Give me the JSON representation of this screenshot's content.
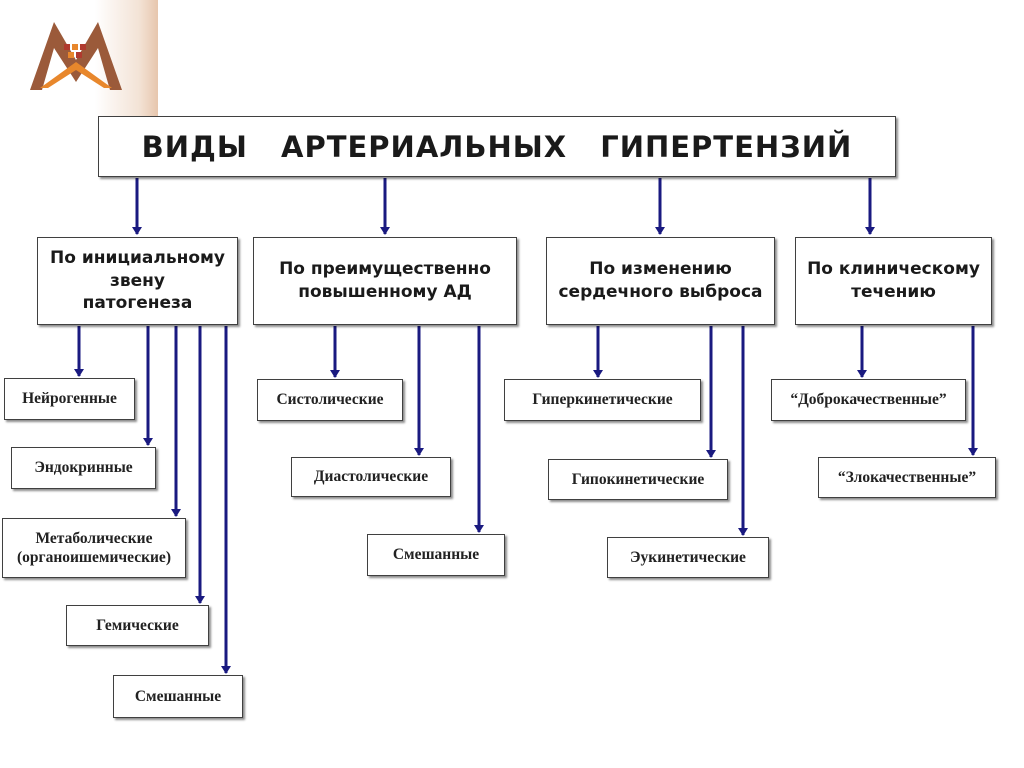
{
  "colors": {
    "arrow": "#1a1a80",
    "border": "#404040",
    "logo_brown": "#9b5a3a",
    "logo_orange": "#e8872c"
  },
  "logo": {
    "icon": "medical-academy-logo-icon",
    "letters": "АМ"
  },
  "title": "ВИДЫ АРТЕРИАЛЬНЫХ ГИПЕРТЕНЗИЙ",
  "categories": [
    {
      "label": "По инициальному\nзвену\nпатогенеза",
      "items": [
        "Нейрогенные",
        "Эндокринные",
        "Метаболические\n(органоишемические)",
        "Гемические",
        "Смешанные"
      ]
    },
    {
      "label": "По преимущественно\nповышенному АД",
      "items": [
        "Систолические",
        "Диастолические",
        "Смешанные"
      ]
    },
    {
      "label": "По изменению\nсердечного выброса",
      "items": [
        "Гиперкинетические",
        "Гипокинетические",
        "Эукинетические"
      ]
    },
    {
      "label": "По клиническому\nтечению",
      "items": [
        "“Доброкачественные”",
        "“Злокачественные”"
      ]
    }
  ]
}
